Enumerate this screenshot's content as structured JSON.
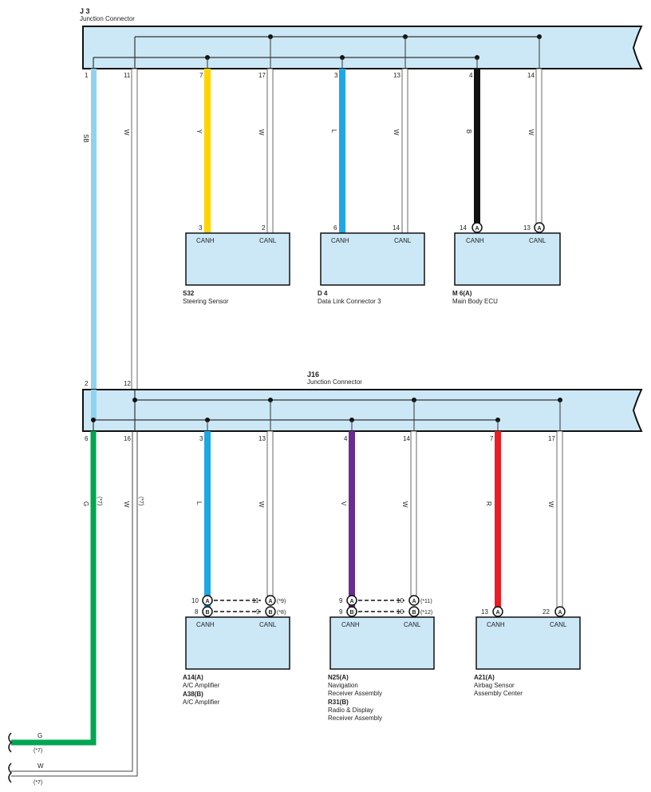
{
  "connectors": {
    "j3": {
      "id": "J 3",
      "name": "Junction Connector"
    },
    "j16": {
      "id": "J16",
      "name": "Junction Connector"
    }
  },
  "j3_pins": [
    {
      "pin": "1",
      "color_code": "SB"
    },
    {
      "pin": "11",
      "color_code": "W"
    },
    {
      "pin": "7",
      "color_code": "Y"
    },
    {
      "pin": "17",
      "color_code": "W"
    },
    {
      "pin": "3",
      "color_code": "L"
    },
    {
      "pin": "13",
      "color_code": "W"
    },
    {
      "pin": "4",
      "color_code": "B"
    },
    {
      "pin": "14",
      "color_code": "W"
    }
  ],
  "j16_top_pins": [
    "2",
    "12"
  ],
  "j16_pins": [
    {
      "pin": "6",
      "color_code": "G",
      "note": "(*7)"
    },
    {
      "pin": "16",
      "color_code": "W",
      "note": "(*7)"
    },
    {
      "pin": "3",
      "color_code": "L"
    },
    {
      "pin": "13",
      "color_code": "W"
    },
    {
      "pin": "4",
      "color_code": "V"
    },
    {
      "pin": "14",
      "color_code": "W"
    },
    {
      "pin": "7",
      "color_code": "R"
    },
    {
      "pin": "17",
      "color_code": "W"
    }
  ],
  "top_components": [
    {
      "id": "S32",
      "name": "Steering Sensor",
      "canh_pin": "3",
      "canl_pin": "2",
      "canh": "CANH",
      "canl": "CANL"
    },
    {
      "id": "D 4",
      "name": "Data Link Connector 3",
      "canh_pin": "6",
      "canl_pin": "14",
      "canh": "CANH",
      "canl": "CANL"
    },
    {
      "id": "M 6(A)",
      "name": "Main Body ECU",
      "canh_pin": "14",
      "canl_pin": "13",
      "canh": "CANH",
      "canl": "CANL",
      "canh_conn": "A",
      "canl_conn": "A"
    }
  ],
  "bottom_components": [
    {
      "id": "A14(A)",
      "name": "A/C Amplifier",
      "id2": "A38(B)",
      "name2": "A/C Amplifier",
      "canh": "CANH",
      "canl": "CANL",
      "row1": {
        "hpin": "10",
        "hconn": "A",
        "lpin": "11",
        "lconn": "A",
        "note": "(*9)"
      },
      "row2": {
        "hpin": "8",
        "hconn": "B",
        "lpin": "9",
        "lconn": "B",
        "note": "(*8)"
      }
    },
    {
      "id": "N25(A)",
      "name": "Navigation",
      "name_line2": "Receiver Assembly",
      "id2": "R31(B)",
      "name2": "Radio & Display",
      "name2_line2": "Receiver Assembly",
      "canh": "CANH",
      "canl": "CANL",
      "row1": {
        "hpin": "9",
        "hconn": "A",
        "lpin": "10",
        "lconn": "A",
        "note": "(*11)"
      },
      "row2": {
        "hpin": "9",
        "hconn": "B",
        "lpin": "10",
        "lconn": "B",
        "note": "(*12)"
      }
    },
    {
      "id": "A21(A)",
      "name": "Airbag Sensor",
      "name_line2": "Assembly Center",
      "canh": "CANH",
      "canl": "CANL",
      "row1": {
        "hpin": "13",
        "hconn": "A",
        "lpin": "22",
        "lconn": "A"
      }
    }
  ],
  "exits": [
    {
      "color_code": "G",
      "note": "(*7)"
    },
    {
      "color_code": "W",
      "note": "(*7)"
    }
  ],
  "colors": {
    "connector_fill": "#cce8f6",
    "component_fill": "#cce8f6",
    "SB": "#8fd3f0",
    "Y": "#ffd400",
    "L": "#1ea7e6",
    "B": "#111111",
    "G": "#00a651",
    "V": "#6a2d91",
    "R": "#ec1c24",
    "W": "#ffffff"
  }
}
